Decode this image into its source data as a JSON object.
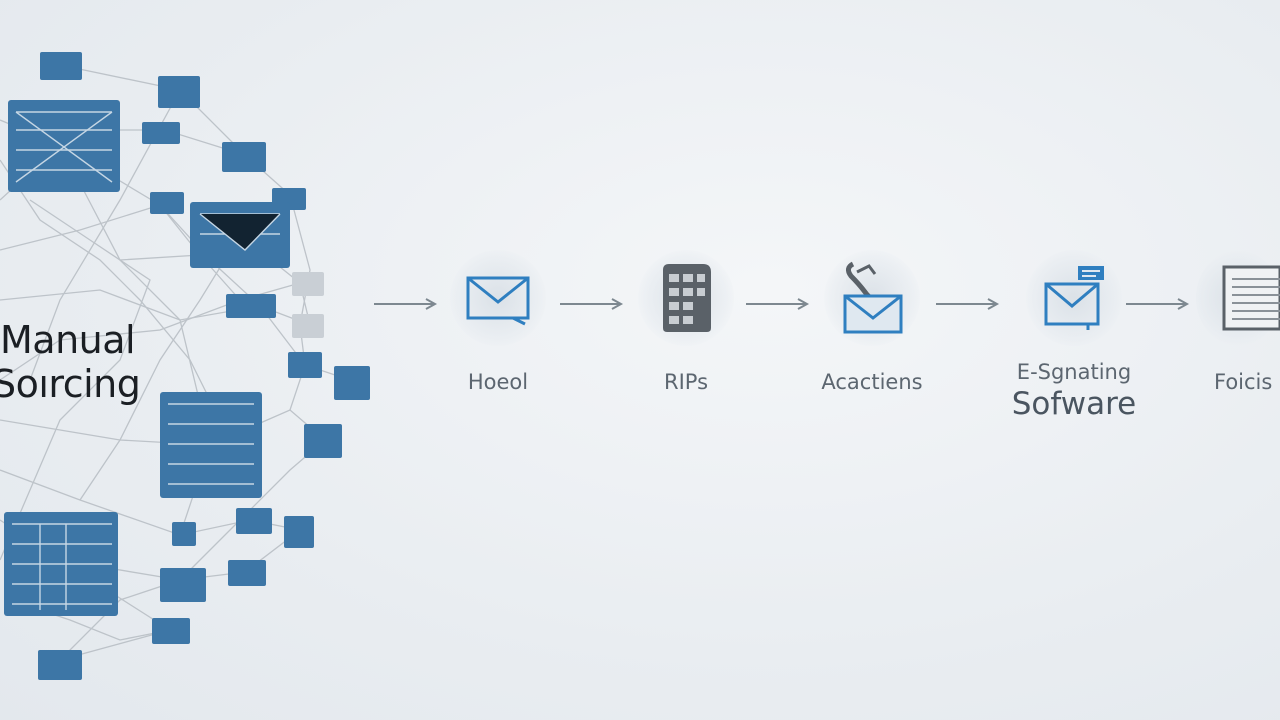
{
  "title": {
    "line1": "Manual",
    "line2": "Soırcing"
  },
  "steps": [
    {
      "label": "Hoeol",
      "icon": "envelope-icon"
    },
    {
      "label": "RIPs",
      "icon": "document-stack-icon"
    },
    {
      "label": "Acactiens",
      "icon": "envelope-signature-icon"
    },
    {
      "label": "E-Sgnating",
      "sublabel": "Sofware",
      "icon": "signed-envelope-icon"
    },
    {
      "label": "Foicis",
      "icon": "document-icon"
    }
  ],
  "colors": {
    "accent": "#2f7fc0",
    "icon_dark": "#5a6168",
    "network_node": "#3d76a6",
    "line": "#b7bdc3"
  }
}
